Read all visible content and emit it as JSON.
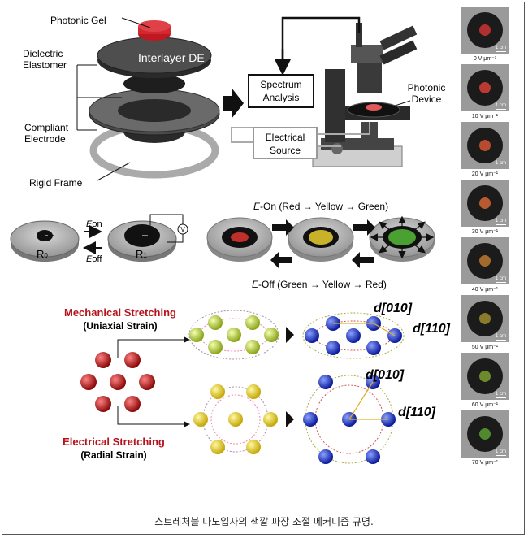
{
  "top_left": {
    "photonic_gel": "Photonic Gel",
    "interlayer": "Interlayer DE",
    "dielectric_elastomer": [
      "Dielectric",
      "Elastomer"
    ],
    "compliant_electrode": [
      "Compliant",
      "Electrode"
    ],
    "rigid_frame": "Rigid Frame"
  },
  "top_right": {
    "spectrum_analysis": [
      "Spectrum",
      "Analysis"
    ],
    "electrical_source": [
      "Electrical",
      "Source"
    ],
    "photonic_device": [
      "Photonic",
      "Device"
    ]
  },
  "middle": {
    "eon": "on",
    "eoff": "off",
    "e_letter": "E",
    "r0": "R",
    "r0_sub": "0",
    "r1": "R",
    "r1_sub": "1",
    "voltmeter": "V",
    "eon_sequence": "-On (Red → Yellow → Green)",
    "eoff_sequence": "-Off (Green → Yellow → Red)"
  },
  "bottom": {
    "mechanical_title": "Mechanical Stretching",
    "mechanical_sub": "(Uniaxial Strain)",
    "electrical_title": "Electrical Stretching",
    "electrical_sub": "(Radial Strain)",
    "d010": "d[010]",
    "d110": "d[110]"
  },
  "photos": [
    {
      "label": "0 V μm⁻¹",
      "dot": "#b03030"
    },
    {
      "label": "10 V μm⁻¹",
      "dot": "#b83a30"
    },
    {
      "label": "20 V μm⁻¹",
      "dot": "#b84a30"
    },
    {
      "label": "30 V μm⁻¹",
      "dot": "#b85a30"
    },
    {
      "label": "40 V μm⁻¹",
      "dot": "#a46a2c"
    },
    {
      "label": "50 V μm⁻¹",
      "dot": "#8a7a2c"
    },
    {
      "label": "60 V μm⁻¹",
      "dot": "#6c8a2c"
    },
    {
      "label": "70 V μm⁻¹",
      "dot": "#4f8a2f"
    }
  ],
  "photo_scale": "1 cm",
  "caption": "스트레처블 나노입자의 색깔 파장 조절 메커니즘 규명.",
  "colors": {
    "red_title": "#b3131b",
    "blue_lattice": "#1a2ecf",
    "yellow_lattice": "#e6d21a",
    "green_yellow": "#c8e040",
    "dark_red": "#a81010"
  }
}
